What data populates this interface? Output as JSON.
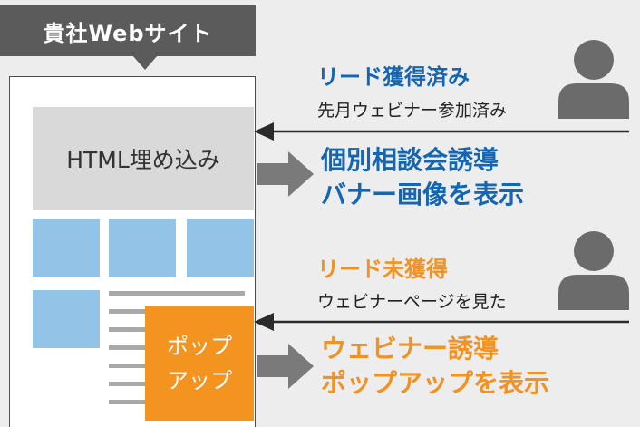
{
  "site": {
    "title": "貴社Webサイト",
    "embed_label": "HTML埋め込み",
    "popup_line1": "ポップ",
    "popup_line2": "アップ"
  },
  "lead_acquired": {
    "heading": "リード獲得済み",
    "description": "先月ウェビナー参加済み",
    "result_line1": "個別相談会誘導",
    "result_line2": "バナー画像を表示"
  },
  "lead_not_acquired": {
    "heading": "リード未獲得",
    "description": "ウェビナーページを見た",
    "result_line1": "ウェビナー誘導",
    "result_line2": "ポップアップを表示"
  },
  "colors": {
    "background": "#ededee",
    "dark_gray": "#5b5b5c",
    "embed_gray": "#d9d9da",
    "tile_blue": "#93c4e8",
    "accent_blue": "#1466b2",
    "accent_orange": "#f29222",
    "popup_orange": "#f39320",
    "arrow_gray": "#7a7a7a",
    "person_gray": "#6b6b6b"
  },
  "icons": [
    "person-icon",
    "arrow-left-icon",
    "arrow-right-icon"
  ]
}
